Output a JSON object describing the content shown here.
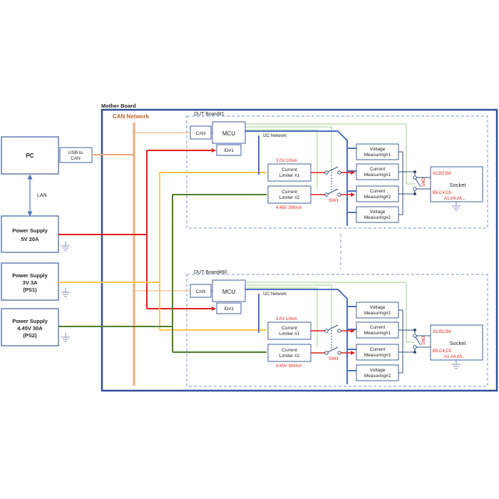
{
  "colors": {
    "box_border": "#3f5e9f",
    "motherboard_border": "#2f4f9a",
    "dashed": "#7a93c8",
    "i2c": "#4f6fc0",
    "can": "#f2aa75",
    "can_label": "#c8622d",
    "red_wire": "#e0201c",
    "yellow_wire": "#ffc64a",
    "green_wire": "#4f7e28",
    "light_green": "#9cd08a",
    "red_text": "#e0201c",
    "lan": "#4a74c8"
  },
  "pc": {
    "label": "PC"
  },
  "usb_can": {
    "line1": "USB to",
    "line2": "CAN"
  },
  "lan": {
    "label": "LAN"
  },
  "power_supplies": [
    {
      "line1": "Power Supply",
      "line2": "5V 20A",
      "line3": ""
    },
    {
      "line1": "Power Supply",
      "line2": "3V 3A",
      "line3": "(PS1)"
    },
    {
      "line1": "Power Supply",
      "line2": "4.45V 30A",
      "line3": "(PS2)"
    }
  ],
  "mother_board": {
    "label": "Mother Board"
  },
  "can_network": {
    "label": "CAN Network"
  },
  "dut_boards": [
    {
      "title": "DUT Board#1",
      "can": "CAN",
      "mcu": "MCU",
      "id": "ID#1",
      "i2c": "I2C Network",
      "limiter1_rating": "3.0V 10mA",
      "limiter1": {
        "line1": "Current",
        "line2": "Limiter #1"
      },
      "limiter2": {
        "line1": "Current",
        "line2": "Limiter #2"
      },
      "limiter2_rating": "4.45V 300mA",
      "sw1": "SW1",
      "sw2": "SW2",
      "meas": [
        {
          "line1": "Voltage",
          "line2": "Measuring#1"
        },
        {
          "line1": "Current",
          "line2": "Measuring#1"
        },
        {
          "line1": "Current",
          "line2": "Measuring#2"
        },
        {
          "line1": "Voltage",
          "line2": "Measuring#2"
        }
      ],
      "socket": "Socket",
      "pins1": "A2,B2,B4",
      "pins2": "B5,C4,C5",
      "pins3": "A1,A4,A5..."
    },
    {
      "title": "DUT Board#80",
      "can": "CAN",
      "mcu": "MCU",
      "id": "ID#1",
      "i2c": "I2C Network",
      "limiter1_rating": "3.0V 10mA",
      "limiter1": {
        "line1": "Current",
        "line2": "Limiter #1"
      },
      "limiter2": {
        "line1": "Current",
        "line2": "Limiter #2"
      },
      "limiter2_rating": "4.45V 300mA",
      "sw1": "SW1",
      "sw2": "SW2",
      "meas": [
        {
          "line1": "Voltage",
          "line2": "Measuring#1"
        },
        {
          "line1": "Current",
          "line2": "Measuring#1"
        },
        {
          "line1": "Current",
          "line2": "Measuring#2"
        },
        {
          "line1": "Voltage",
          "line2": "Measuring#2"
        }
      ],
      "socket": "Socket",
      "pins1": "A2,B2,B4",
      "pins2": "B5,C4,C5",
      "pins3": "A1,A4,A5..."
    }
  ]
}
